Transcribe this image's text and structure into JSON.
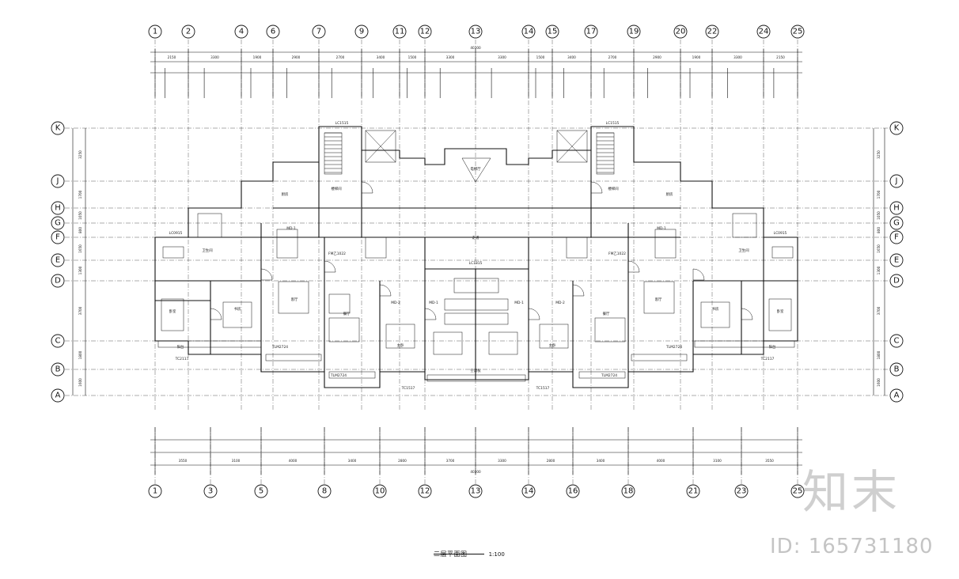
{
  "drawing": {
    "title": "二层平面图",
    "scale": "1:100",
    "top_axes": [
      "1",
      "2",
      "4",
      "6",
      "7",
      "9",
      "11",
      "12",
      "13",
      "14",
      "15",
      "17",
      "19",
      "20",
      "22",
      "24",
      "25"
    ],
    "bottom_axes": [
      "1",
      "3",
      "5",
      "8",
      "10",
      "12",
      "13",
      "14",
      "16",
      "18",
      "21",
      "23",
      "25"
    ],
    "side_axes": [
      "K",
      "J",
      "H",
      "G",
      "F",
      "E",
      "D",
      "C",
      "B",
      "A"
    ],
    "top_dims": [
      "2150",
      "3300",
      "1900",
      "2900",
      "2700",
      "3400",
      "1500",
      "3300",
      "3300",
      "1500",
      "3400",
      "2700",
      "2900",
      "1900",
      "3300",
      "2150"
    ],
    "bottom_dims": [
      "3550",
      "3100",
      "4000",
      "3400",
      "2800",
      "3700",
      "3300",
      "2800",
      "3400",
      "4000",
      "3100",
      "3550"
    ],
    "overall_dim": "40300",
    "left_dims": [
      "3250",
      "1700",
      "1050",
      "800",
      "1650",
      "1300",
      "3700",
      "1800",
      "1600"
    ],
    "rooms": [
      "卧室",
      "客厅",
      "厨房",
      "卫生间",
      "餐厅",
      "书房",
      "阳台",
      "走道",
      "主卧",
      "电梯厅",
      "楼梯间",
      "空调板"
    ],
    "window_tags": [
      "LC1515",
      "LC0915",
      "LC1815",
      "TC2117",
      "TC1517",
      "TLM2724",
      "FM乙1022",
      "MD-1",
      "MD-2"
    ]
  },
  "watermark": {
    "logo_text": "知末",
    "id_text": "ID: 165731180"
  }
}
